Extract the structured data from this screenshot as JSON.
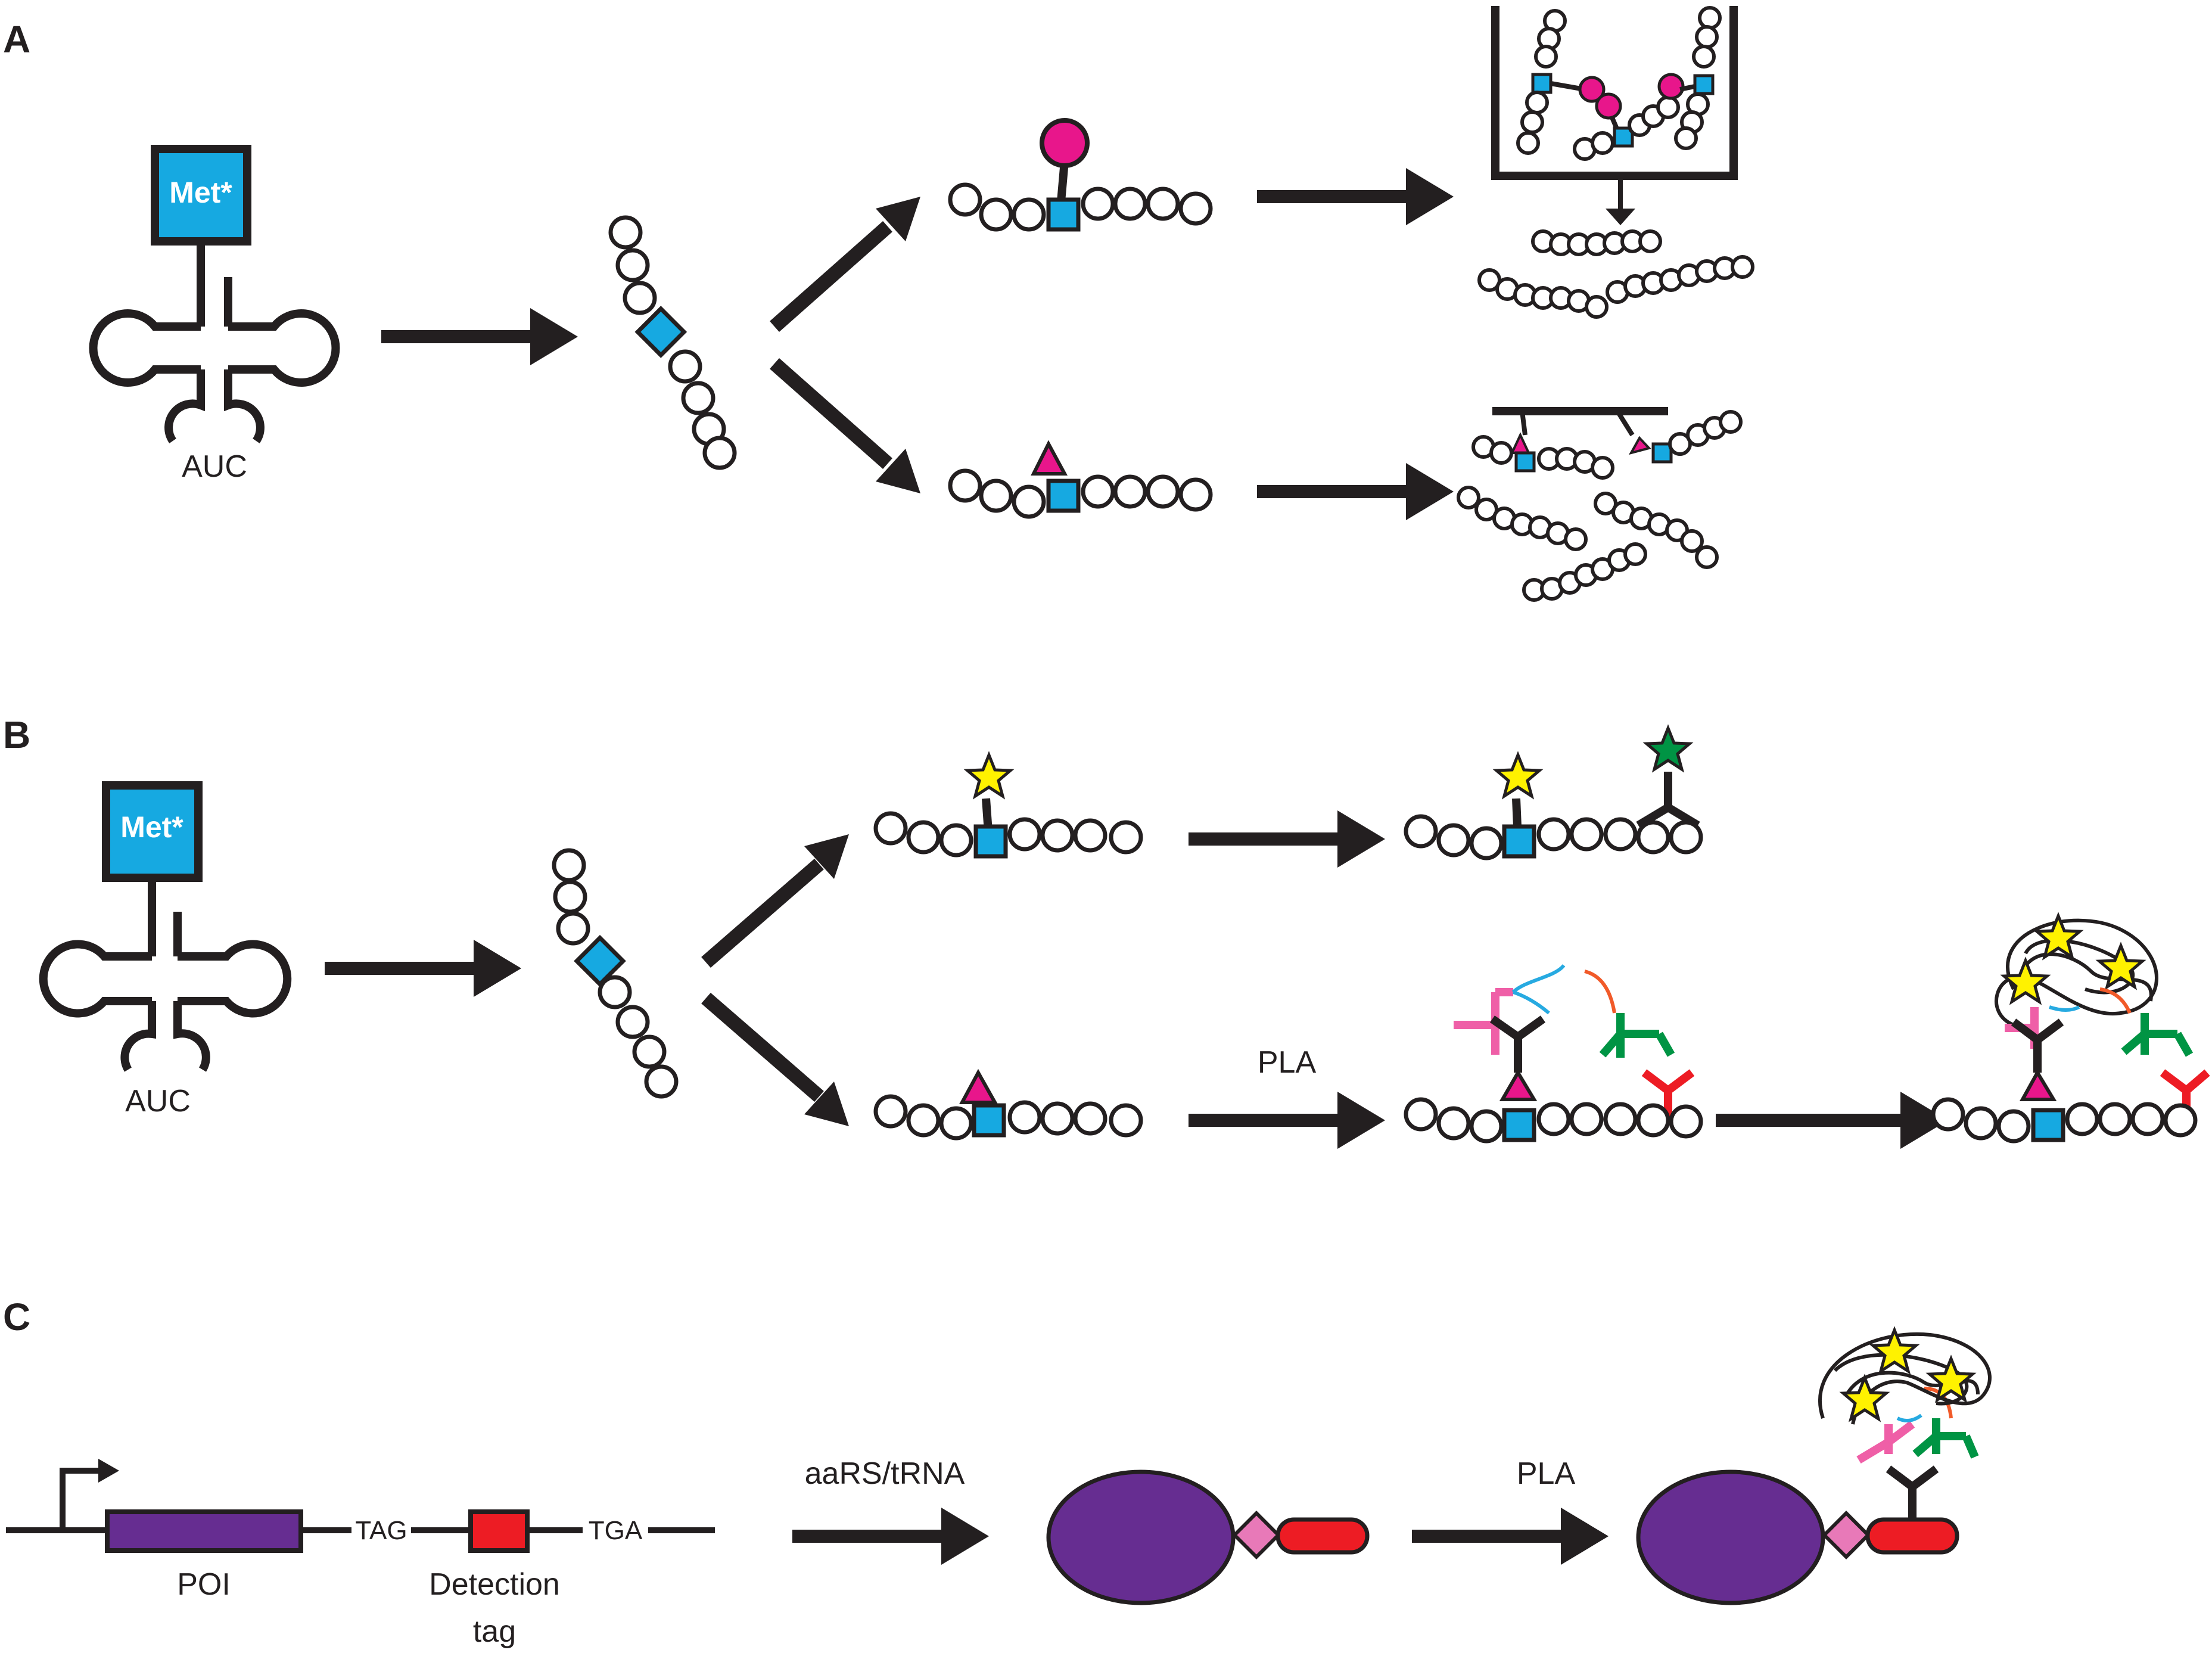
{
  "panels": {
    "a": {
      "label": "A",
      "codon": "AUC",
      "residue": "Met*"
    },
    "b": {
      "label": "B",
      "codon": "AUC",
      "residue": "Met*",
      "method": "PLA"
    },
    "c": {
      "label": "C",
      "gene_label": "POI",
      "stop_codon_1": "TAG",
      "stop_codon_2": "TGA",
      "tag_label_line1": "Detection",
      "tag_label_line2": "tag",
      "step1": "aaRS/tRNA",
      "step2": "PLA"
    }
  },
  "colors": {
    "outline": "#231f20",
    "met_blue": "#16a9e1",
    "magenta": "#e8168b",
    "yellow_star": "#fff200",
    "green_star": "#009444",
    "pink_antibody": "#ef5fa7",
    "green_antibody": "#009444",
    "red_antibody": "#ed1c24",
    "blue_oligo": "#27aae1",
    "orange_oligo": "#f15a29",
    "poi_purple": "#662d91",
    "tag_red": "#ed1c24",
    "diamond_pink": "#e879b8"
  }
}
